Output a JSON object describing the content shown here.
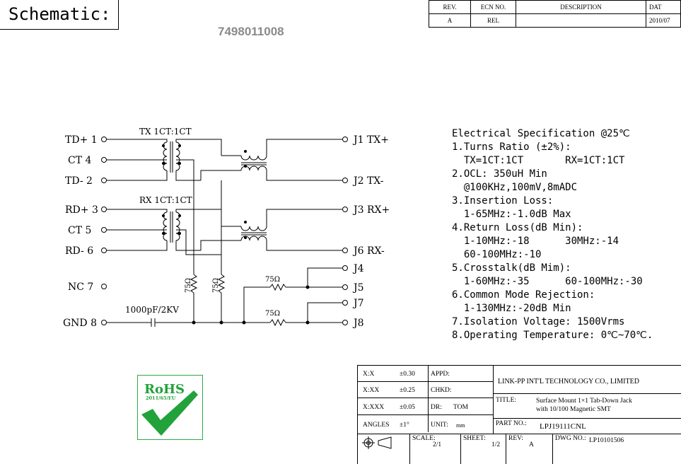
{
  "header": {
    "title": "Schematic:",
    "part_number": "7498011008"
  },
  "revision_table": {
    "headers": [
      "REV.",
      "ECN NO.",
      "DESCRIPTION",
      "DAT"
    ],
    "row": [
      "A",
      "REL",
      "",
      "2010/07"
    ]
  },
  "schematic": {
    "left_pins": [
      "TD+ 1",
      "CT 4",
      "TD- 2",
      "RD+ 3",
      "CT 5",
      "RD- 6",
      "NC 7",
      "GND 8"
    ],
    "right_pins": [
      "J1 TX+",
      "J2 TX-",
      "J3 RX+",
      "J6 RX-",
      "J4",
      "J5",
      "J7",
      "J8"
    ],
    "transformer_labels": [
      "TX 1CT:1CT",
      "RX 1CT:1CT"
    ],
    "resistor_labels": [
      "75Ω",
      "75Ω",
      "75Ω",
      "75Ω"
    ],
    "capacitor_label": "1000pF/2KV"
  },
  "spec": {
    "lines": [
      "Electrical Specification @25℃",
      "1.Turns Ratio (±2%):",
      "  TX=1CT:1CT       RX=1CT:1CT",
      "2.OCL: 350uH Min",
      "  @100KHz,100mV,8mADC",
      "3.Insertion Loss:",
      "  1-65MHz:-1.0dB Max",
      "4.Return Loss(dB Min):",
      "  1-10MHz:-18      30MHz:-14",
      "  60-100MHz:-10",
      "5.Crosstalk(dB Mim):",
      "  1-60MHz:-35      60-100MHz:-30",
      "6.Common Mode Rejection:",
      "  1-130MHz:-20dB Min",
      "7.Isolation Voltage: 1500Vrms",
      "8.Operating Temperature: 0℃~70℃."
    ]
  },
  "rohs": {
    "title": "RoHS",
    "subtitle": "2011/65/EU"
  },
  "title_block": {
    "tol_x": "X:X",
    "tol_x_val": "±0.30",
    "tol_xx": "X:XX",
    "tol_xx_val": "±0.25",
    "tol_xxx": "X:XXX",
    "tol_xxx_val": "±0.05",
    "angles": "ANGLES",
    "angles_val": "±1°",
    "appd": "APPD:",
    "chkd": "CHKD:",
    "dr": "DR:",
    "dr_val": "TOM",
    "unit": "UNIT:",
    "unit_val": "mm",
    "company": "LINK-PP INT'L TECHNOLOGY CO., LIMITED",
    "title_label": "TITLE:",
    "title_line1": "Surface Mount 1×1 Tab-Down Jack",
    "title_line2": "with 10/100 Magnetic SMT",
    "part_no_label": "PART NO.:",
    "part_no": "LPJ19111CNL",
    "scale_label": "SCALE:",
    "scale_val": "2/1",
    "sheet_label": "SHEET:",
    "sheet_val": "1/2",
    "rev_label": "REV:",
    "rev_val": "A",
    "dwg_label": "DWG NO.:",
    "dwg_val": "LP10101506"
  }
}
